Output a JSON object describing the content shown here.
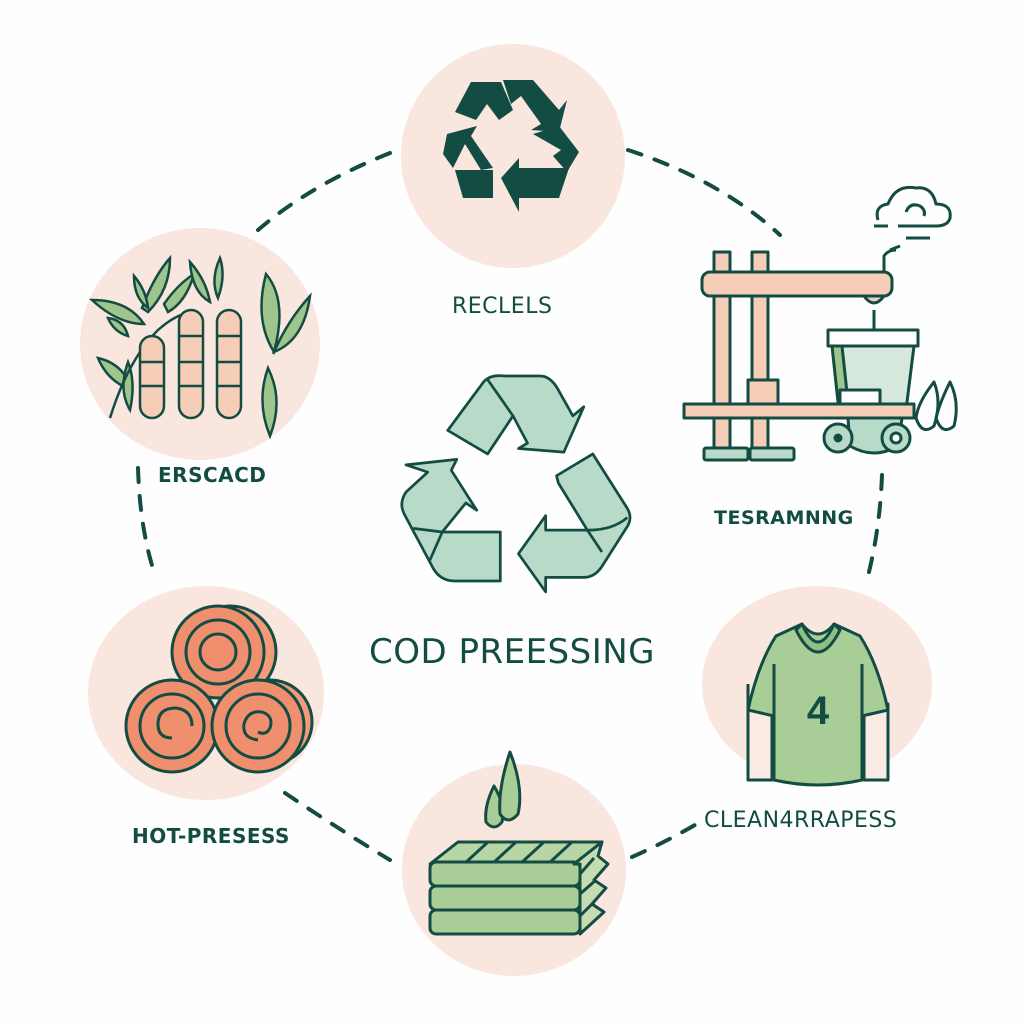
{
  "diagram": {
    "center": {
      "title": "COD PREESSING",
      "icon": "recycle-icon",
      "icon_fill": "#b8dac9",
      "stroke": "#134c43"
    },
    "nodes": [
      {
        "id": "recycle",
        "label": "RECLELS",
        "icon": "recycle-icon",
        "position": "top"
      },
      {
        "id": "bamboo",
        "label": "ERSCACD",
        "icon": "bamboo-stalks-icon",
        "position": "upper-left"
      },
      {
        "id": "press",
        "label": "TESRAMNNG",
        "icon": "press-machine-icon",
        "position": "upper-right"
      },
      {
        "id": "rolls",
        "label": "HOT-PRESESS",
        "icon": "fiber-rolls-icon",
        "position": "lower-left"
      },
      {
        "id": "boards",
        "label": "",
        "icon": "stacked-boards-icon",
        "position": "bottom"
      },
      {
        "id": "shirt",
        "label": "CLEAN4RRAPESS",
        "icon": "shirt-icon",
        "position": "lower-right",
        "shirt_number": "4"
      }
    ],
    "colors": {
      "primary": "#134c43",
      "node_background": "#f9e6df",
      "leaf_green": "#9fc58d",
      "light_green": "#b8dac9",
      "salmon": "#ef8f6e",
      "peach": "#f6cdb7",
      "background": "#fefefe"
    }
  }
}
